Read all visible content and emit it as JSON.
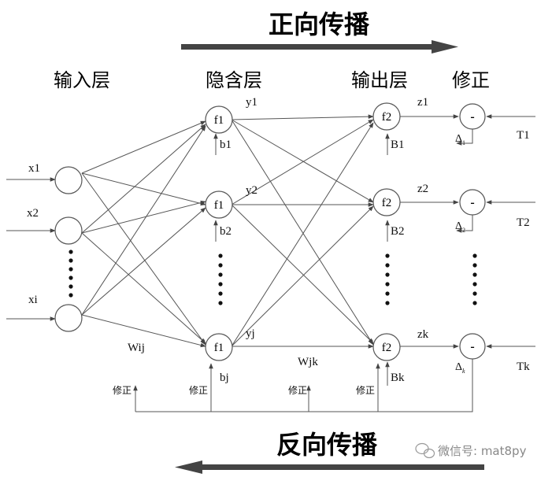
{
  "diagram": {
    "top_title": "正向传播",
    "bottom_title": "反向传播",
    "watermark": "微信号: mat8py",
    "layer_labels": {
      "input": "输入层",
      "hidden": "隐含层",
      "output": "输出层",
      "correct": "修正"
    },
    "inputs": [
      "x1",
      "x2",
      "xi"
    ],
    "hidden_nodes": [
      "f1",
      "f1",
      "f1"
    ],
    "hidden_outputs": [
      "y1",
      "y2",
      "yj"
    ],
    "hidden_biases": [
      "b1",
      "b2",
      "bj"
    ],
    "output_nodes": [
      "f2",
      "f2",
      "f2"
    ],
    "output_values": [
      "z1",
      "z2",
      "zk"
    ],
    "output_biases": [
      "B1",
      "B2",
      "Bk"
    ],
    "minus_nodes": [
      "-",
      "-",
      "-"
    ],
    "targets": [
      "T1",
      "T2",
      "Tk"
    ],
    "deltas": [
      {
        "base": "Δ",
        "sub": "1"
      },
      {
        "base": "Δ",
        "sub": "2"
      },
      {
        "base": "Δ",
        "sub": "k"
      }
    ],
    "weights": {
      "input_hidden": "Wij",
      "hidden_output": "Wjk"
    },
    "correction_labels": [
      "修正",
      "修正",
      "修正",
      "修正"
    ]
  }
}
